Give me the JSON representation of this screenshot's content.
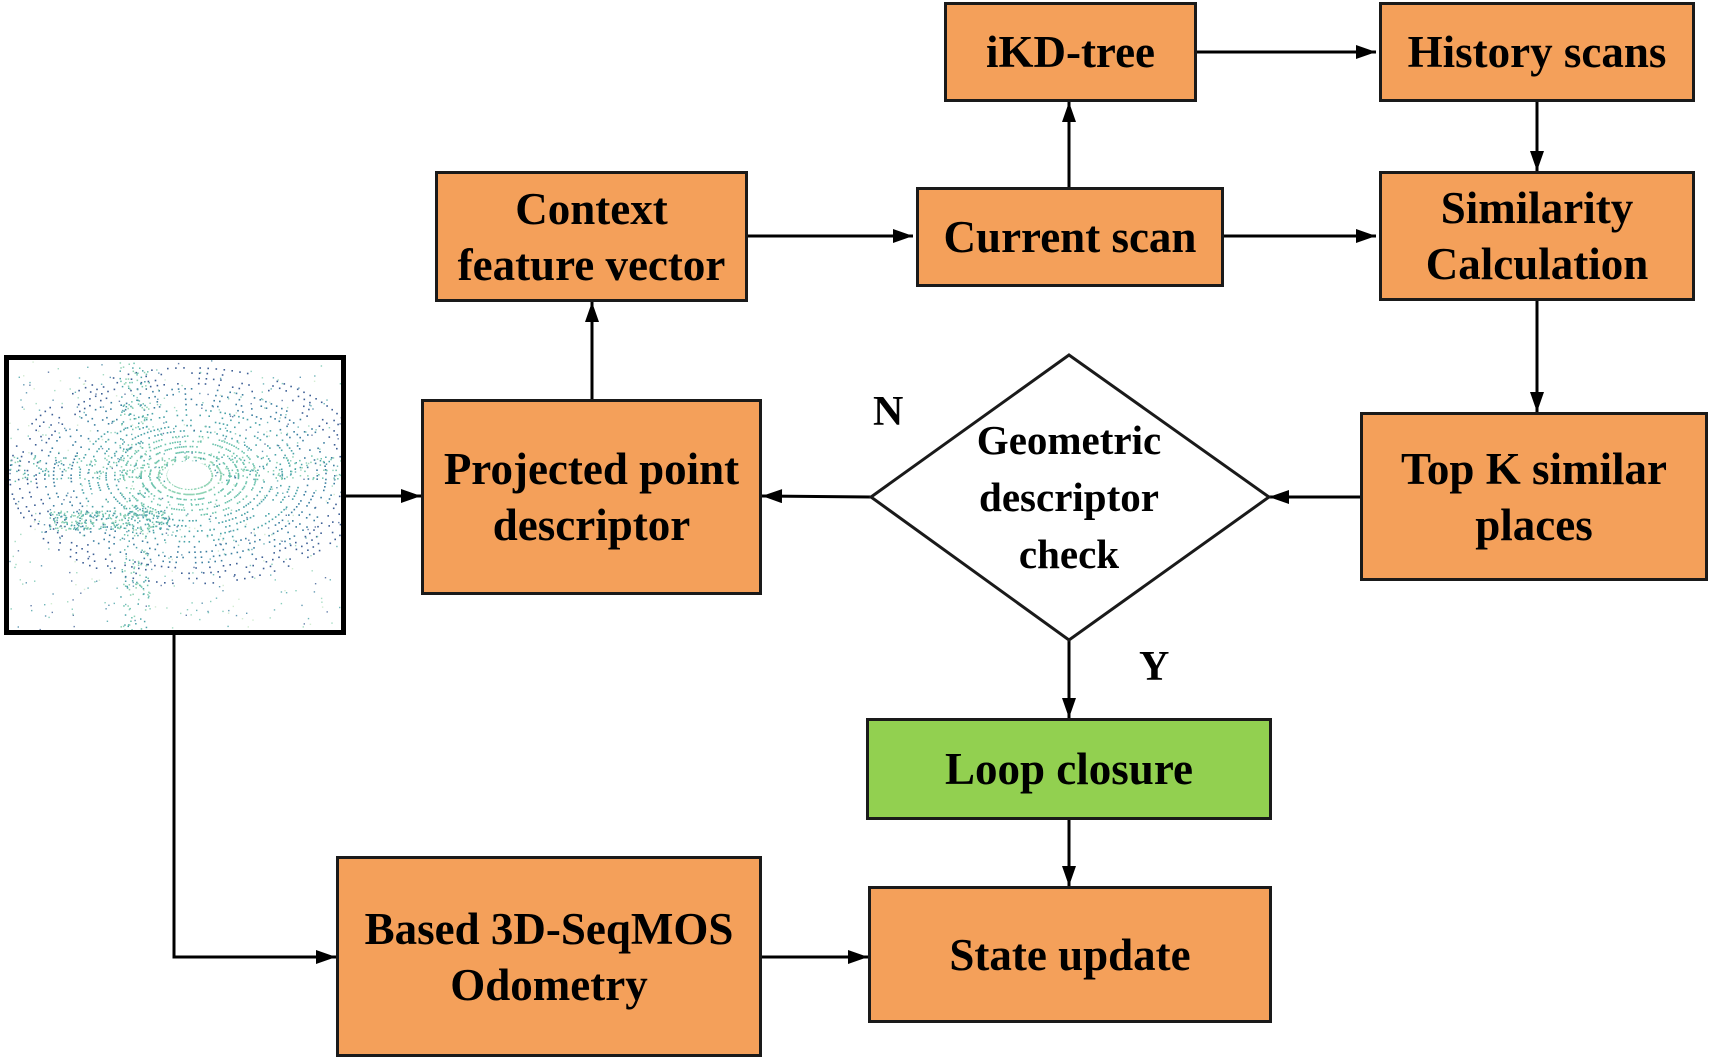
{
  "nodes": {
    "ikd_tree": {
      "lines": [
        "iKD-tree"
      ],
      "color": "#f4a05a"
    },
    "history_scans": {
      "lines": [
        "History scans"
      ],
      "color": "#f4a05a"
    },
    "context_feature": {
      "lines": [
        "Context",
        "feature vector"
      ],
      "color": "#f4a05a"
    },
    "current_scan": {
      "lines": [
        "Current scan"
      ],
      "color": "#f4a05a"
    },
    "similarity_calc": {
      "lines": [
        "Similarity",
        "Calculation"
      ],
      "color": "#f4a05a"
    },
    "projected_descriptor": {
      "lines": [
        "Projected point",
        "descriptor"
      ],
      "color": "#f4a05a"
    },
    "geometric_check": {
      "lines": [
        "Geometric",
        "descriptor",
        "check"
      ]
    },
    "top_k": {
      "lines": [
        "Top K similar",
        "places"
      ],
      "color": "#f4a05a"
    },
    "loop_closure": {
      "lines": [
        "Loop closure"
      ],
      "color": "#92d050"
    },
    "odometry": {
      "lines": [
        "Based 3D-SeqMOS",
        "Odometry"
      ],
      "color": "#f4a05a"
    },
    "state_update": {
      "lines": [
        "State update"
      ],
      "color": "#f4a05a"
    }
  },
  "edge_labels": {
    "no": "N",
    "yes": "Y"
  },
  "point_cloud": {
    "palette": [
      "#8fd3b4",
      "#6cc3ad",
      "#4aa3a8",
      "#3d7fa1",
      "#3e5f95",
      "#c9e8c8"
    ]
  }
}
